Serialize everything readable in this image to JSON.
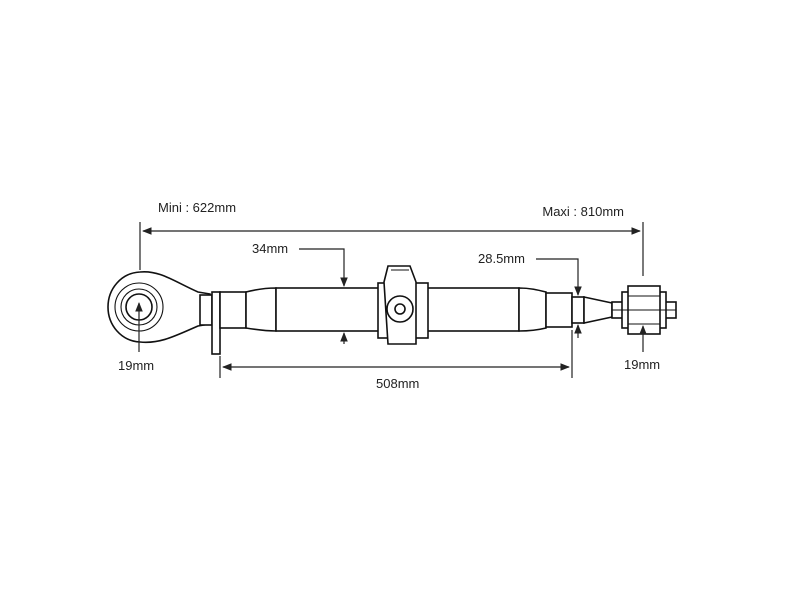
{
  "diagram": {
    "labels": {
      "mini": "Mini : 622mm",
      "maxi": "Maxi : 810mm",
      "tube_diameter": "34mm",
      "rod_diameter": "28.5mm",
      "left_pin": "19mm",
      "right_pin": "19mm",
      "tube_length": "508mm"
    },
    "colors": {
      "line": "#111111",
      "background": "#ffffff"
    }
  }
}
